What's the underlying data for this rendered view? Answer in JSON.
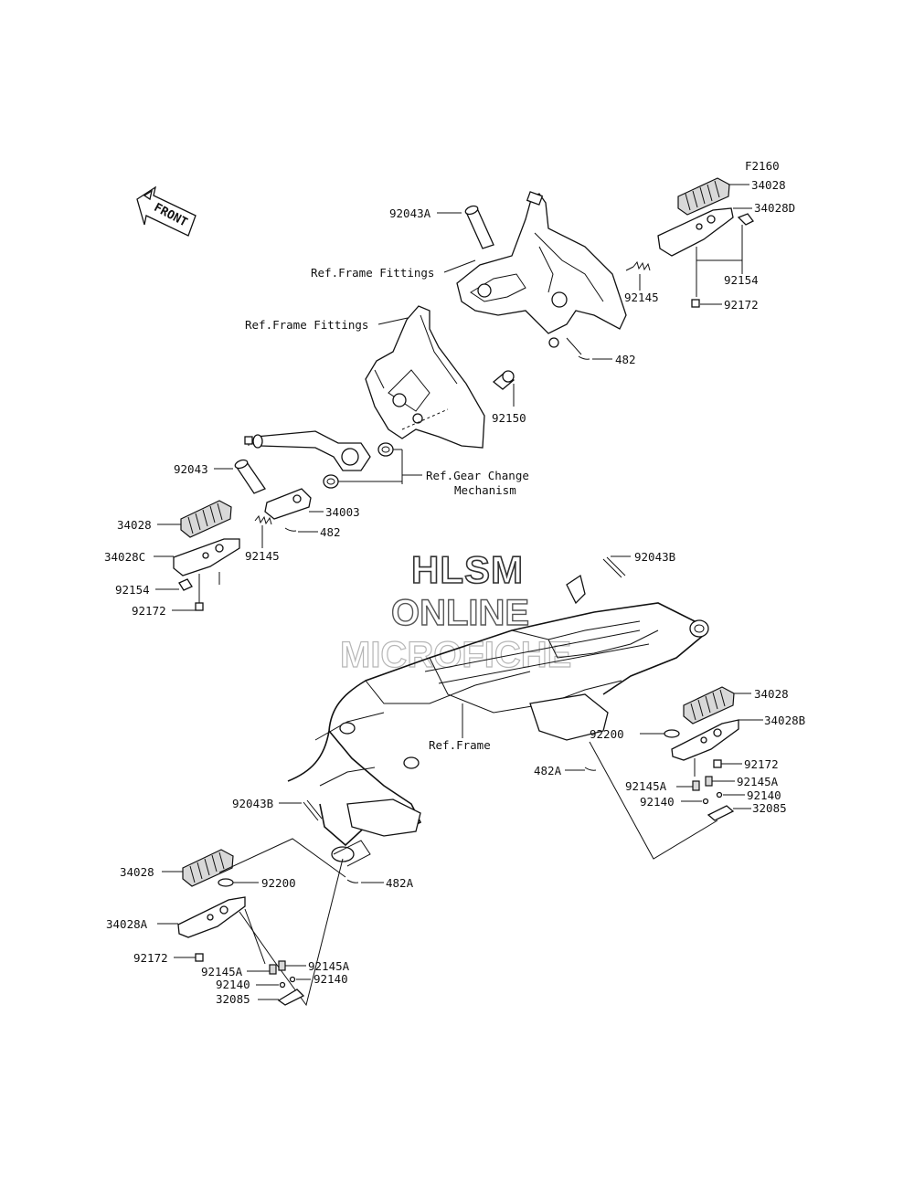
{
  "figure_code": "F2160",
  "front_arrow_text": "FRONT",
  "watermark": {
    "line1": "HLSM",
    "line2": "ONLINE",
    "line3": "MICROFICHE"
  },
  "references": {
    "frame_fittings_upper": "Ref.Frame Fittings",
    "frame_fittings_lower": "Ref.Frame Fittings",
    "gear_change_line1": "Ref.Gear Change",
    "gear_change_line2": "Mechanism",
    "frame": "Ref.Frame"
  },
  "part_labels": {
    "p92043A": "92043A",
    "p34028_tr": "34028",
    "p34028D": "34028D",
    "p92145_tr": "92145",
    "p92154_tr": "92154",
    "p92172_tr": "92172",
    "p482_tr": "482",
    "p92150": "92150",
    "p92043": "92043",
    "p34003": "34003",
    "p482_ml": "482",
    "p34028_ml": "34028",
    "p34028C": "34028C",
    "p92145_ml": "92145",
    "p92154_ml": "92154",
    "p92172_ml": "92172",
    "p92043B_r": "92043B",
    "p34028_rr": "34028",
    "p34028B": "34028B",
    "p92200_r": "92200",
    "p92172_rr": "92172",
    "p482A_r": "482A",
    "p92145A_r1": "92145A",
    "p92145A_r2": "92145A",
    "p92140_r1": "92140",
    "p92140_r2": "92140",
    "p32085_r": "32085",
    "p92043B_l": "92043B",
    "p34028_ll": "34028",
    "p92200_l": "92200",
    "p482A_l": "482A",
    "p34028A": "34028A",
    "p92172_ll": "92172",
    "p92145A_l1": "92145A",
    "p92145A_l2": "92145A",
    "p92140_l1": "92140",
    "p92140_l2": "92140",
    "p32085_l": "32085"
  }
}
